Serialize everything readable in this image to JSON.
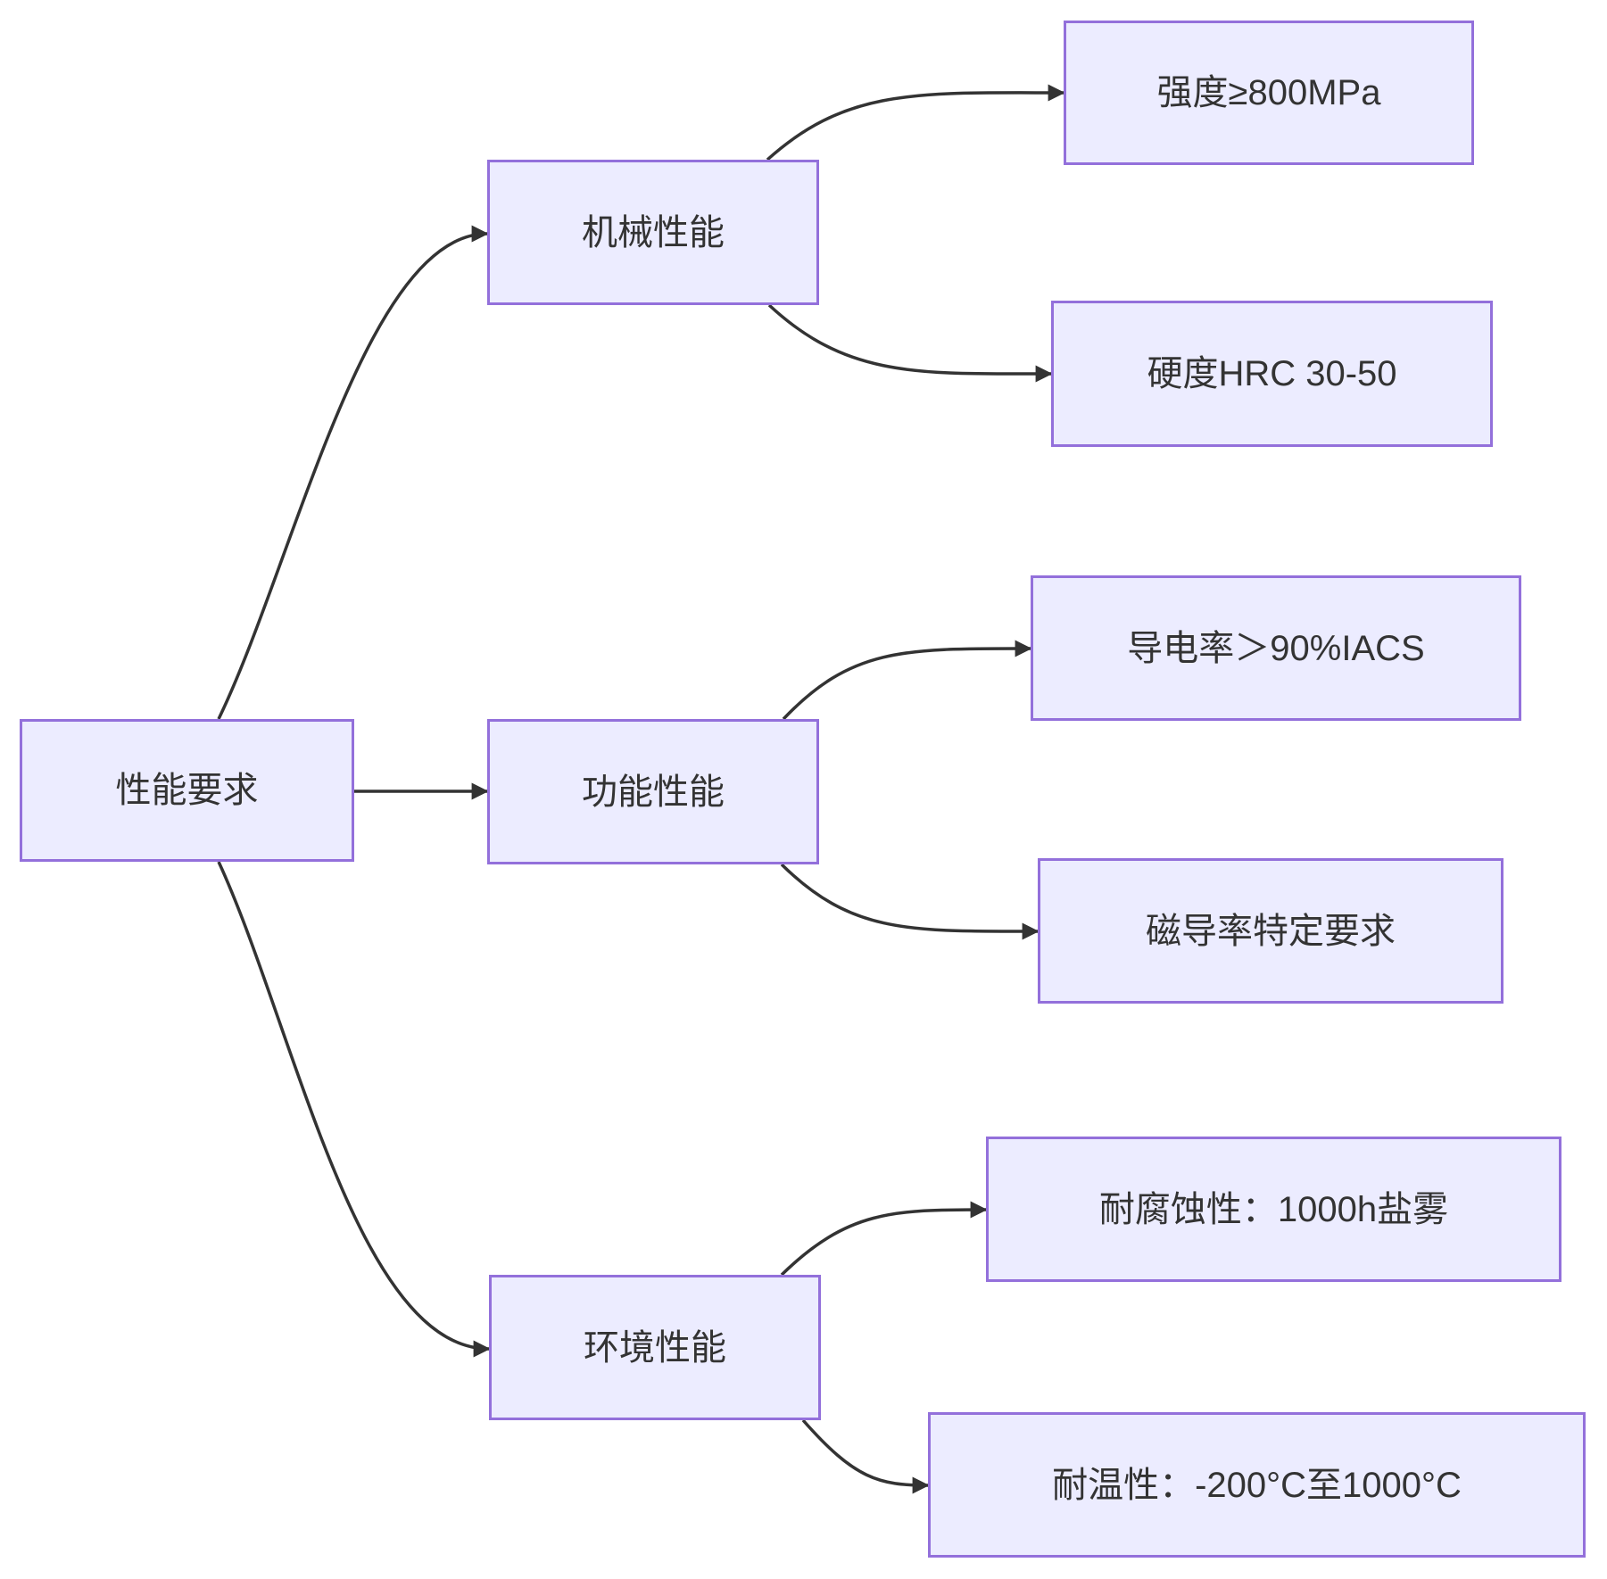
{
  "diagram": {
    "type": "flowchart",
    "direction": "left-to-right",
    "colors": {
      "node_fill": "#ECECFF",
      "node_border": "#9370DB",
      "edge_line": "#333333",
      "text": "#333333",
      "background": "#ffffff"
    },
    "nodes": {
      "root": {
        "label": "性能要求"
      },
      "mechanical": {
        "label": "机械性能"
      },
      "functional": {
        "label": "功能性能"
      },
      "environmental": {
        "label": "环境性能"
      },
      "strength": {
        "label": "强度≥800MPa"
      },
      "hardness": {
        "label": "硬度HRC 30-50"
      },
      "conductivity": {
        "label": "导电率＞90%IACS"
      },
      "permeability": {
        "label": "磁导率特定要求"
      },
      "corrosion": {
        "label": "耐腐蚀性：1000h盐雾"
      },
      "temperature": {
        "label": "耐温性：-200°C至1000°C"
      }
    },
    "edges": [
      {
        "from": "root",
        "to": "mechanical"
      },
      {
        "from": "root",
        "to": "functional"
      },
      {
        "from": "root",
        "to": "environmental"
      },
      {
        "from": "mechanical",
        "to": "strength"
      },
      {
        "from": "mechanical",
        "to": "hardness"
      },
      {
        "from": "functional",
        "to": "conductivity"
      },
      {
        "from": "functional",
        "to": "permeability"
      },
      {
        "from": "environmental",
        "to": "corrosion"
      },
      {
        "from": "environmental",
        "to": "temperature"
      }
    ]
  }
}
